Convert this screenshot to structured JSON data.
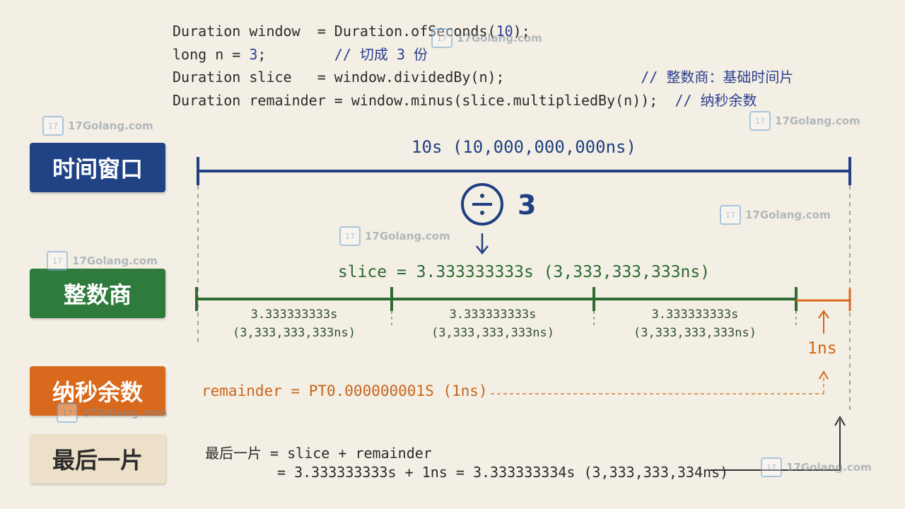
{
  "code": {
    "line1": {
      "a": "Duration window  = Duration.ofSeconds(",
      "n": "10",
      "b": ");"
    },
    "line2": {
      "a": "long n = ",
      "n": "3",
      "b": ";        ",
      "c": "// 切成 3 份"
    },
    "line3": {
      "a": "Duration slice   = window.dividedBy(n);",
      "c": "// 整数商：基础时间片"
    },
    "line4": {
      "a": "Duration remainder = window.minus(slice.multipliedBy(n));",
      "c": "// 纳秒余数"
    }
  },
  "labels": {
    "window": "时间窗口",
    "quotient": "整数商",
    "remainder": "纳秒余数",
    "last": "最后一片"
  },
  "diagram": {
    "window_value": "10s (10,000,000,000ns)",
    "divisor": "3",
    "slice_value": "slice = 3.333333333s (3,333,333,333ns)",
    "segments": [
      {
        "seconds": "3.333333333s",
        "nanos": "(3,333,333,333ns)"
      },
      {
        "seconds": "3.333333333s",
        "nanos": "(3,333,333,333ns)"
      },
      {
        "seconds": "3.333333333s",
        "nanos": "(3,333,333,333ns)"
      }
    ],
    "remainder_piece": "1ns",
    "remainder_value": "remainder = PT0.000000001S (1ns)",
    "final_line1_label": "最后一片",
    "final_line1_rest": " = slice + remainder",
    "final_line2": "= 3.333333333s + 1ns = 3.333333334s (3,333,333,334ns)"
  },
  "colors": {
    "window": "#1f4385",
    "quotient": "#2f7a3d",
    "remainder": "#d96a1d",
    "last": "#ece0c8"
  },
  "watermark": {
    "text": "17Golang.com",
    "icon": "17golang-logo-icon"
  }
}
